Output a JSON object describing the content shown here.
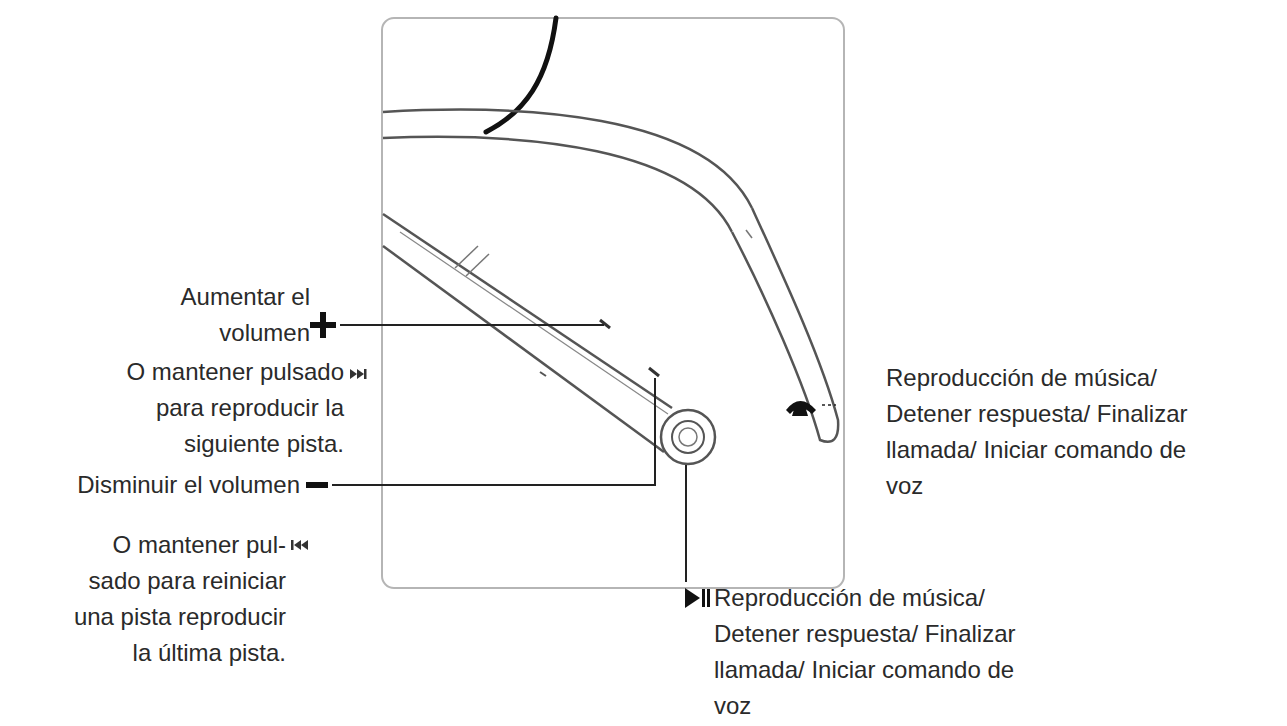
{
  "diagram": {
    "labels": [
      "Aumentar el volumen",
      "O mantener pulsado para reproducir la siguiente pista.",
      "Disminuir el volumen",
      "O mantener pul- sado para reiniciar una pista reproducir la última pista.",
      "Reproducción de música/ Detener respuesta/ Finalizar llamada/ Iniciar comando de voz",
      "Reproducción de música/ Detener respuesta/ Finalizar llamada/ Iniciar comando de voz"
    ]
  }
}
